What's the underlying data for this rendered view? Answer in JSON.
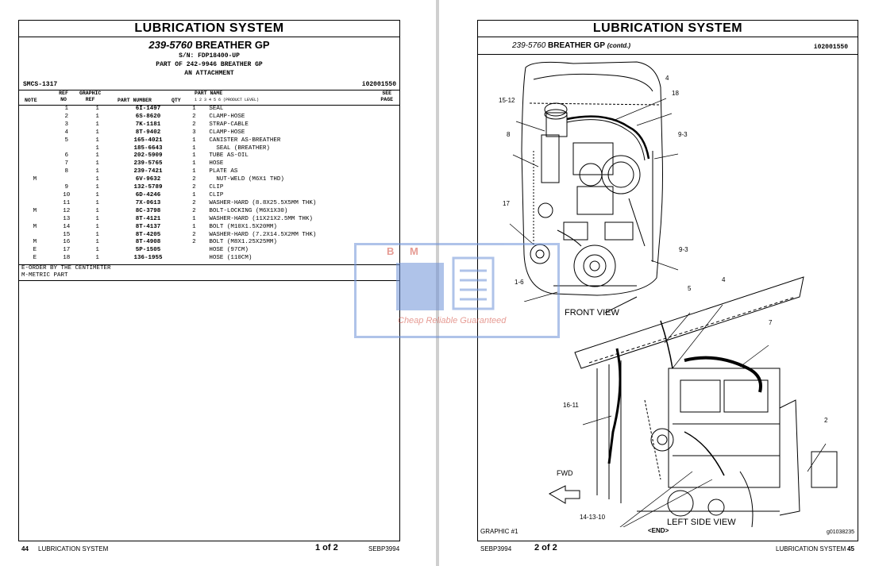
{
  "left": {
    "title": "LUBRICATION SYSTEM",
    "group_number": "239-5760",
    "group_name": "BREATHER GP",
    "serial": "S/N: FDP18400-UP",
    "part_of": "PART OF 242-9946 BREATHER GP",
    "attachment": "AN ATTACHMENT",
    "smcs": "SMCS-1317",
    "doc_id": "i02001550",
    "headers": {
      "note": "NOTE",
      "ref_no": "REF\nNO",
      "graphic_ref": "GRAPHIC\nREF",
      "part_number": "PART NUMBER",
      "qty": "QTY",
      "part_name": "PART NAME",
      "product_level": "1  2  3  4  5  6  (PRODUCT LEVEL)",
      "see_page": "SEE\nPAGE"
    },
    "rows": [
      {
        "note": "",
        "ref": "1",
        "graphic": "1",
        "pn": "6I-1497",
        "qty": "1",
        "name": "SEAL"
      },
      {
        "note": "",
        "ref": "2",
        "graphic": "1",
        "pn": "6S-8620",
        "qty": "2",
        "name": "CLAMP-HOSE"
      },
      {
        "note": "",
        "ref": "3",
        "graphic": "1",
        "pn": "7K-1181",
        "qty": "2",
        "name": "STRAP-CABLE"
      },
      {
        "note": "",
        "ref": "4",
        "graphic": "1",
        "pn": "8T-9402",
        "qty": "3",
        "name": "CLAMP-HOSE"
      },
      {
        "note": "",
        "ref": "5",
        "graphic": "1",
        "pn": "165-4021",
        "qty": "1",
        "name": "CANISTER AS-BREATHER"
      },
      {
        "note": "",
        "ref": "",
        "graphic": "1",
        "pn": "185-6643",
        "qty": "1",
        "name": "  SEAL (BREATHER)"
      },
      {
        "note": "",
        "ref": "6",
        "graphic": "1",
        "pn": "202-5909",
        "qty": "1",
        "name": "TUBE AS-OIL"
      },
      {
        "note": "",
        "ref": "7",
        "graphic": "1",
        "pn": "239-5765",
        "qty": "1",
        "name": "HOSE"
      },
      {
        "note": "",
        "ref": "8",
        "graphic": "1",
        "pn": "239-7421",
        "qty": "1",
        "name": "PLATE AS"
      },
      {
        "note": "M",
        "ref": "",
        "graphic": "1",
        "pn": "6V-9632",
        "qty": "2",
        "name": "  NUT-WELD (M6X1 THD)"
      },
      {
        "note": "",
        "ref": "9",
        "graphic": "1",
        "pn": "132-5789",
        "qty": "2",
        "name": "CLIP"
      },
      {
        "note": "",
        "ref": "10",
        "graphic": "1",
        "pn": "6D-4246",
        "qty": "1",
        "name": "CLIP"
      },
      {
        "note": "",
        "ref": "11",
        "graphic": "1",
        "pn": "7X-0613",
        "qty": "2",
        "name": "WASHER-HARD (8.8X25.5X5MM THK)"
      },
      {
        "note": "M",
        "ref": "12",
        "graphic": "1",
        "pn": "8C-3798",
        "qty": "2",
        "name": "BOLT-LOCKING (M6X1X30)"
      },
      {
        "note": "",
        "ref": "13",
        "graphic": "1",
        "pn": "8T-4121",
        "qty": "1",
        "name": "WASHER-HARD (11X21X2.5MM THK)"
      },
      {
        "note": "M",
        "ref": "14",
        "graphic": "1",
        "pn": "8T-4137",
        "qty": "1",
        "name": "BOLT (M10X1.5X20MM)"
      },
      {
        "note": "",
        "ref": "15",
        "graphic": "1",
        "pn": "8T-4205",
        "qty": "2",
        "name": "WASHER-HARD (7.2X14.5X2MM THK)"
      },
      {
        "note": "M",
        "ref": "16",
        "graphic": "1",
        "pn": "8T-4908",
        "qty": "2",
        "name": "BOLT (M8X1.25X25MM)"
      },
      {
        "note": "E",
        "ref": "17",
        "graphic": "1",
        "pn": "5P-1505",
        "qty": "",
        "name": "HOSE (97CM)"
      },
      {
        "note": "E",
        "ref": "18",
        "graphic": "1",
        "pn": "136-1955",
        "qty": "",
        "name": "HOSE (110CM)"
      }
    ],
    "footnotes": [
      "E-ORDER BY THE CENTIMETER",
      "M-METRIC PART"
    ],
    "footer": {
      "page_no": "44",
      "section": "LUBRICATION SYSTEM",
      "page_of": "1 of 2",
      "doc": "SEBP3994"
    }
  },
  "right": {
    "title": "LUBRICATION SYSTEM",
    "group_number": "239-5760",
    "group_name": "BREATHER GP",
    "contd": "(contd.)",
    "doc_id": "i02001550",
    "front_view": "FRONT VIEW",
    "left_side_view": "LEFT SIDE VIEW",
    "fwd": "FWD",
    "graphic": "GRAPHIC #1",
    "end": "<END>",
    "graphic_id": "g01038235",
    "callouts_front": [
      "4",
      "18",
      "15-12",
      "8",
      "9-3",
      "17",
      "9-3",
      "1-6"
    ],
    "callouts_side": [
      "5",
      "4",
      "7",
      "16-11",
      "2",
      "14-13-10"
    ],
    "footer": {
      "doc": "SEBP3994",
      "page_of": "2 of 2",
      "section": "LUBRICATION SYSTEM",
      "page_no": "45"
    }
  },
  "watermark": {
    "text": "Cheap Reliable Guaranteed",
    "initials": "B M"
  }
}
